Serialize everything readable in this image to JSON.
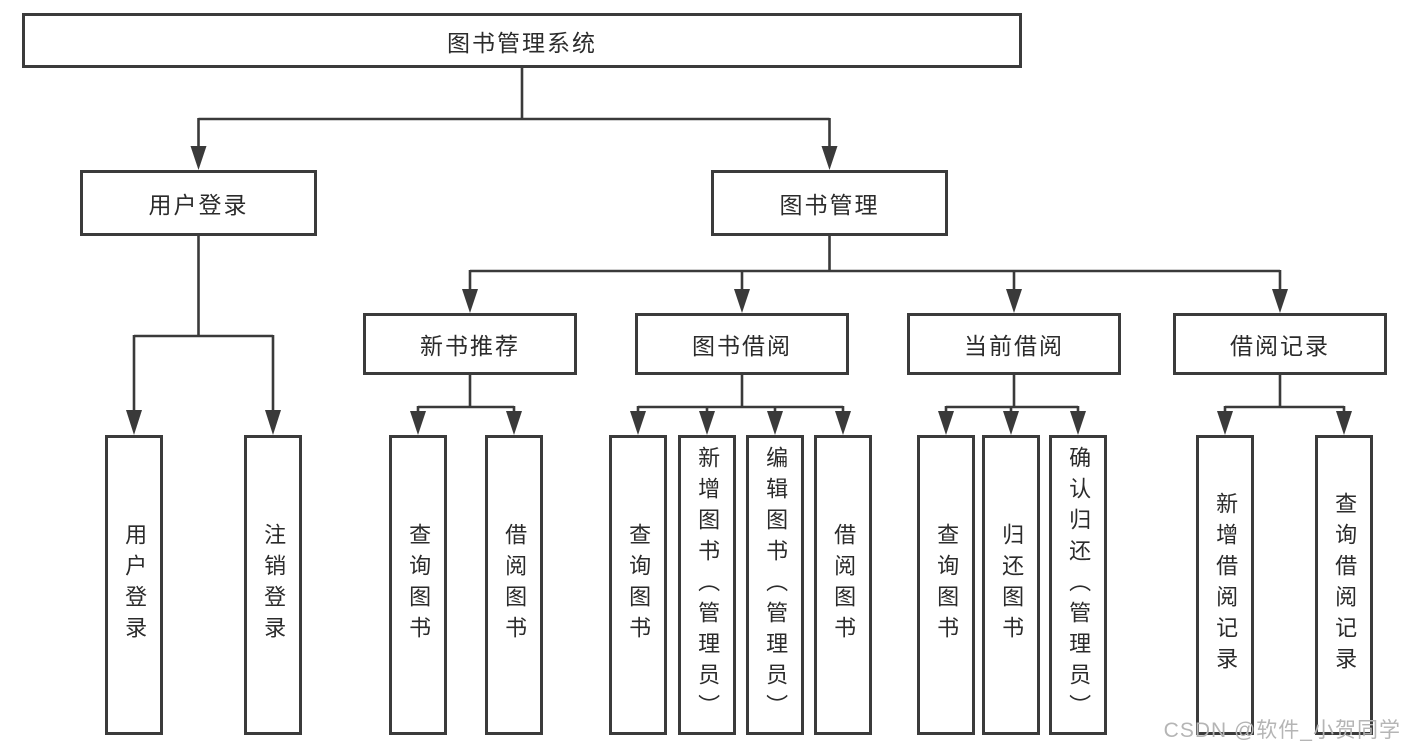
{
  "tree": {
    "root": {
      "label": "图书管理系统"
    },
    "level2": [
      {
        "label": "用户登录"
      },
      {
        "label": "图书管理"
      }
    ],
    "level3": [
      {
        "label": "新书推荐"
      },
      {
        "label": "图书借阅"
      },
      {
        "label": "当前借阅"
      },
      {
        "label": "借阅记录"
      }
    ],
    "leaves": {
      "user_login": [
        {
          "label": "用户登录"
        },
        {
          "label": "注销登录"
        }
      ],
      "new_book": [
        {
          "label": "查询图书"
        },
        {
          "label": "借阅图书"
        }
      ],
      "book_borrow": [
        {
          "label": "查询图书"
        },
        {
          "label": "新增图书（管理员）"
        },
        {
          "label": "编辑图书（管理员）"
        },
        {
          "label": "借阅图书"
        }
      ],
      "current_borrow": [
        {
          "label": "查询图书"
        },
        {
          "label": "归还图书"
        },
        {
          "label": "确认归还（管理员）"
        }
      ],
      "borrow_record": [
        {
          "label": "新增借阅记录"
        },
        {
          "label": "查询借阅记录"
        }
      ]
    }
  },
  "watermark": {
    "text": "CSDN @软件_小贺同学"
  },
  "colors": {
    "line": "#3a3a3a",
    "box_border": "#3b3b3b",
    "text": "#2b2b2b",
    "watermark": "#b5b5b5",
    "background": "#ffffff"
  }
}
